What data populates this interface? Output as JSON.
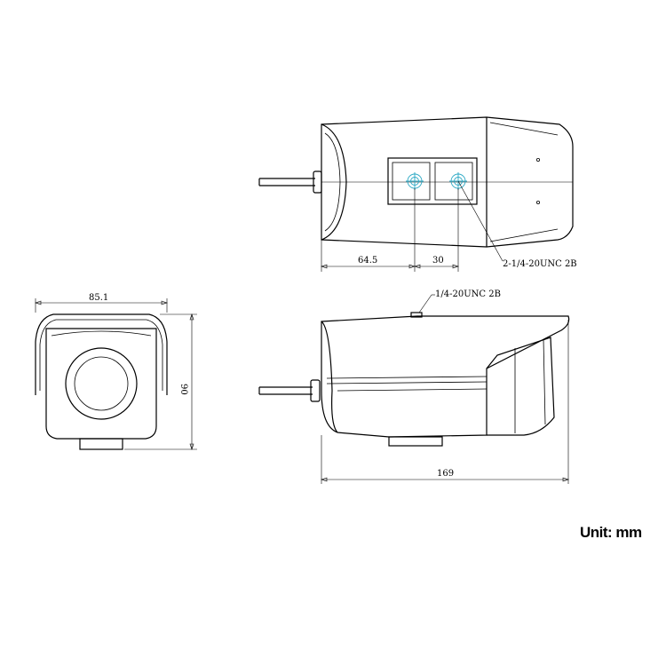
{
  "dimensions": {
    "top_offset": "64.5",
    "top_spacing": "30",
    "front_width": "85.1",
    "front_height": "90",
    "side_length": "169"
  },
  "callouts": {
    "top_mount": "2-1/4-20UNC 2B",
    "side_mount": "1/4-20UNC 2B"
  },
  "unit_label": "Unit: mm",
  "colors": {
    "line": "#000000",
    "mount_hole": "#2aa8c4"
  }
}
